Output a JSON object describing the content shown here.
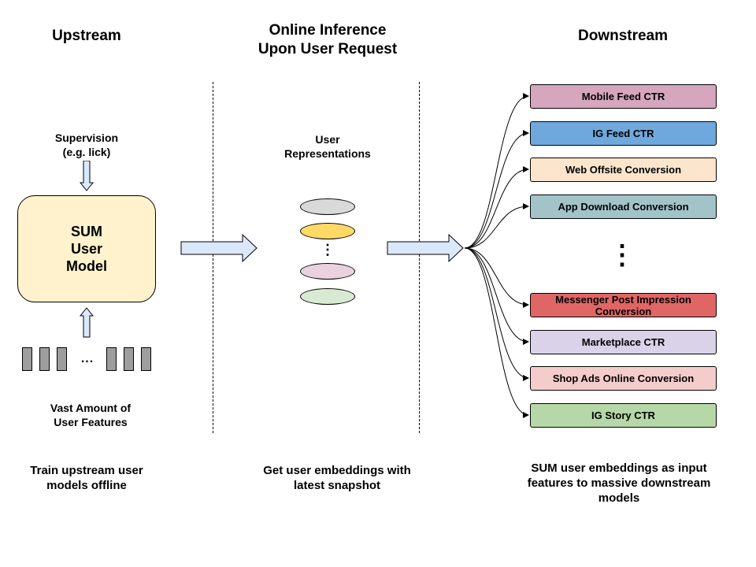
{
  "headings": {
    "upstream": "Upstream",
    "online": "Online Inference\nUpon User Request",
    "downstream": "Downstream"
  },
  "upstream": {
    "supervision": "Supervision\n(e.g. lick)",
    "model": "SUM\nUser\nModel",
    "features_ellipsis": "...",
    "features_label": "Vast Amount of\nUser Features",
    "caption": "Train upstream user\nmodels offline"
  },
  "online": {
    "representations_label": "User\nRepresentations",
    "ellipsis": "⋮",
    "caption": "Get user embeddings with\nlatest snapshot",
    "embedding_colors": [
      "#d9d9d9",
      "#ffd966",
      "#ead1dc",
      "#d9ead3"
    ]
  },
  "downstream": {
    "tasks": [
      {
        "label": "Mobile Feed CTR",
        "color": "#d5a6bd"
      },
      {
        "label": "IG Feed CTR",
        "color": "#6fa8dc"
      },
      {
        "label": "Web Offsite Conversion",
        "color": "#fce5cd"
      },
      {
        "label": "App Download Conversion",
        "color": "#a2c4c9"
      },
      {
        "label": "Messenger Post Impression Conversion",
        "color": "#e06666"
      },
      {
        "label": "Marketplace CTR",
        "color": "#d9d2e9"
      },
      {
        "label": "Shop Ads Online Conversion",
        "color": "#f4cccc"
      },
      {
        "label": "IG Story CTR",
        "color": "#b6d7a8"
      }
    ],
    "ellipsis": "⋮",
    "caption": "SUM user embeddings as input\nfeatures to massive downstream\nmodels"
  },
  "colors": {
    "model_fill": "#fff2cc",
    "arrow_fill": "#dae8fc",
    "feature_fill": "#9e9e9e"
  }
}
